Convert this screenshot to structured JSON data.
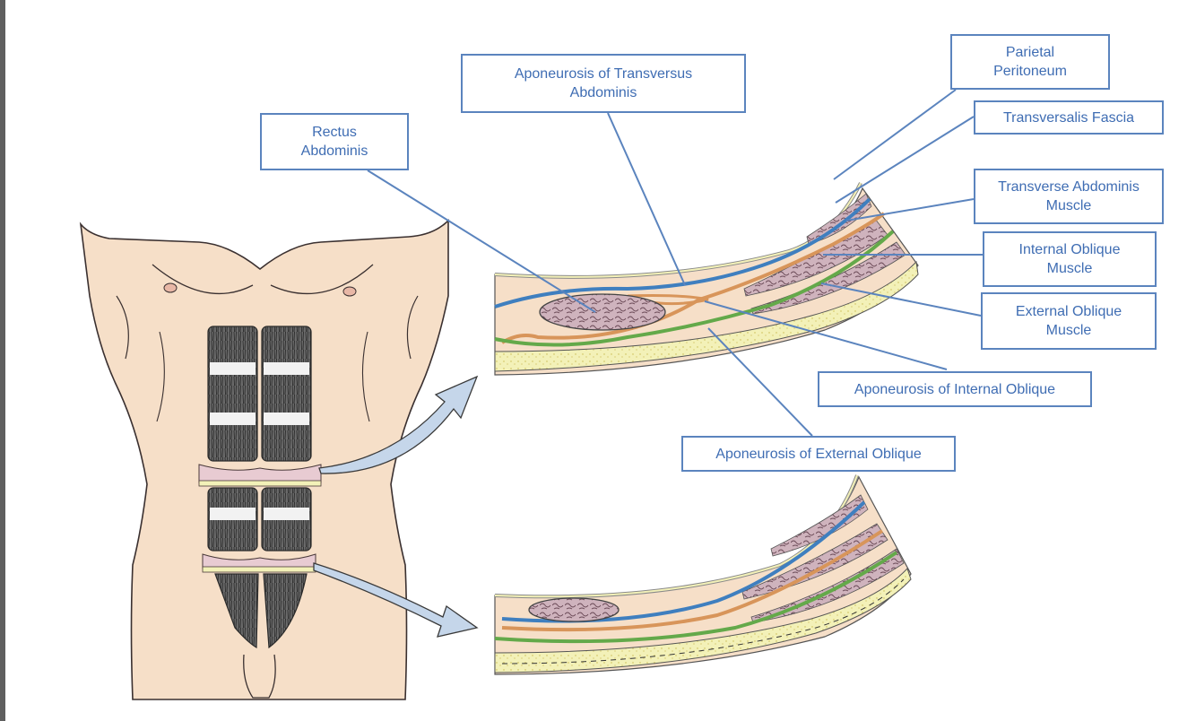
{
  "colors": {
    "label_border": "#5b84be",
    "label_text": "#3f6db3",
    "leader_line": "#5b84be",
    "skin": "#f6dfc8",
    "fat_layer": "#f3f1b8",
    "muscle_tissue": "#cfb3bd",
    "transversalis_layer": "#3f7fbf",
    "internal_oblique_layer": "#d8955a",
    "external_oblique_layer": "#64a94a",
    "arrow_fill": "#c5d6ea"
  },
  "labels": {
    "rectus": [
      "Rectus",
      "Abdominis"
    ],
    "aponeurosis_transversus": [
      "Aponeurosis of Transversus",
      "Abdominis"
    ],
    "parietal_peritoneum": [
      "Parietal",
      "Peritoneum"
    ],
    "transversalis_fascia": [
      "Transversalis Fascia"
    ],
    "transverse_abdominis_muscle": [
      "Transverse Abdominis",
      "Muscle"
    ],
    "internal_oblique_muscle": [
      "Internal Oblique",
      "Muscle"
    ],
    "external_oblique_muscle": [
      "External Oblique",
      "Muscle"
    ],
    "aponeurosis_internal_oblique": [
      "Aponeurosis of Internal Oblique"
    ],
    "aponeurosis_external_oblique": [
      "Aponeurosis of External Oblique"
    ]
  }
}
